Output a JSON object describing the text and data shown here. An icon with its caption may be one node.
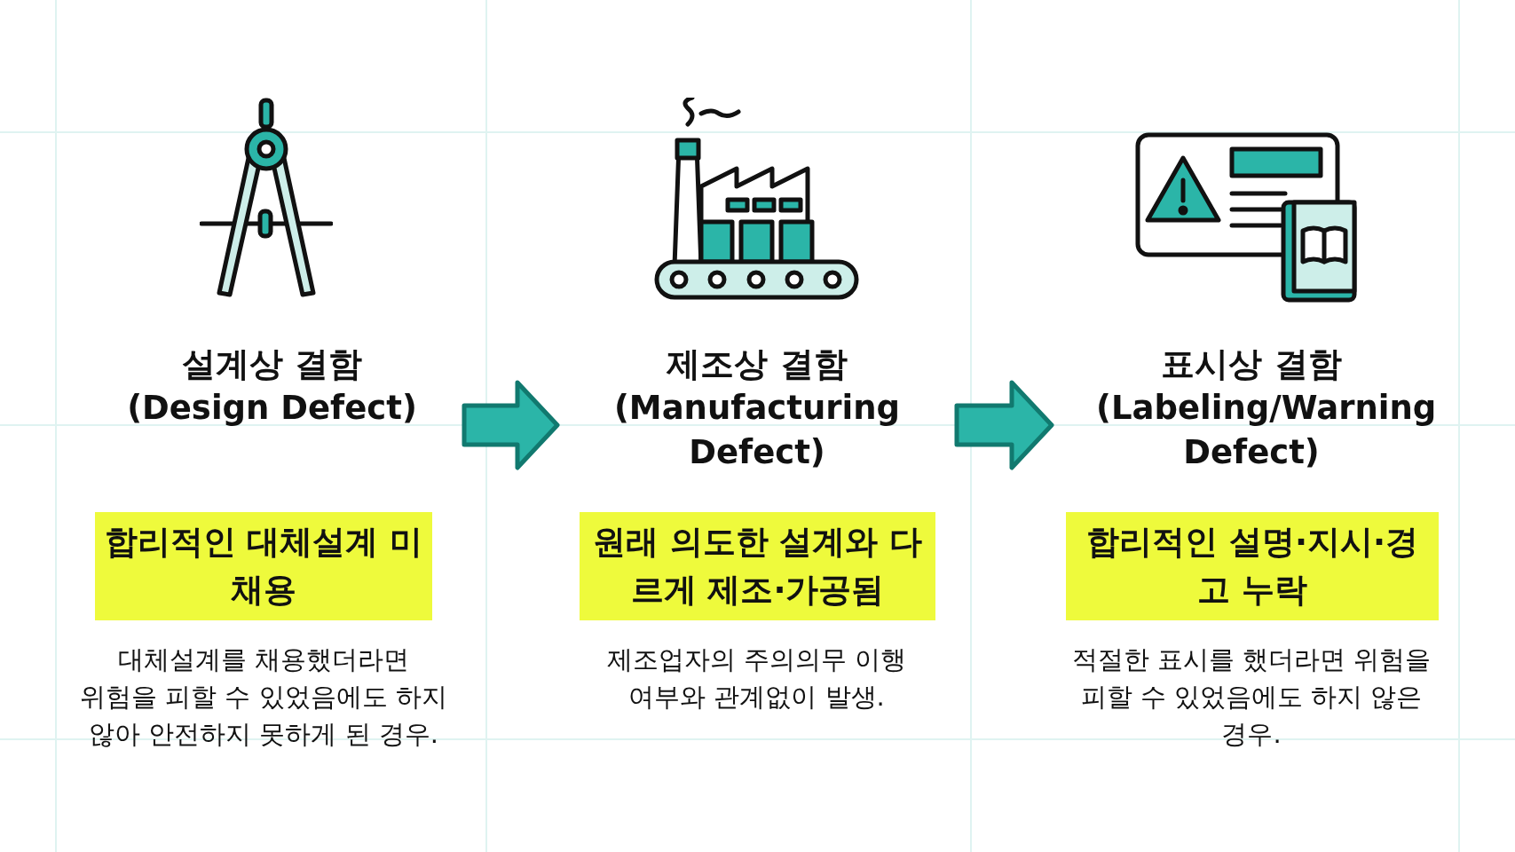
{
  "diagram": {
    "nodes": [
      {
        "text": [
          "설계상 결함",
          "(Design Defect)"
        ]
      },
      {
        "text": [
          "제조상 결함",
          "(Manufacturing Defect)"
        ]
      },
      {
        "text": [
          "표시상 결함",
          "(Labeling/Warning Defect)"
        ]
      },
      {
        "text": [
          "합리적인 대체설계 미채용"
        ]
      },
      {
        "text": [
          "원래 의도한 설계와 다르게 제조·가공됨"
        ]
      },
      {
        "text": [
          "합리적인 설명·지시·경고 누락"
        ]
      }
    ],
    "edges": [
      {
        "from": 0,
        "to": 1,
        "arrow": "to",
        "style": "thick"
      },
      {
        "from": 1,
        "to": 2,
        "arrow": "to",
        "style": "thick"
      }
    ],
    "labels": [
      "대체설계를 채용했더라면 위험을 피할 수 있었음에도 하지 않아 안전하지 못하게 된 경우.",
      "제조업자의 주의의무 이행 여부와 관계없이 발생.",
      "적절한 표시를 했더라면 위험을 피할 수 있었음에도 하지 않은 경우."
    ]
  }
}
